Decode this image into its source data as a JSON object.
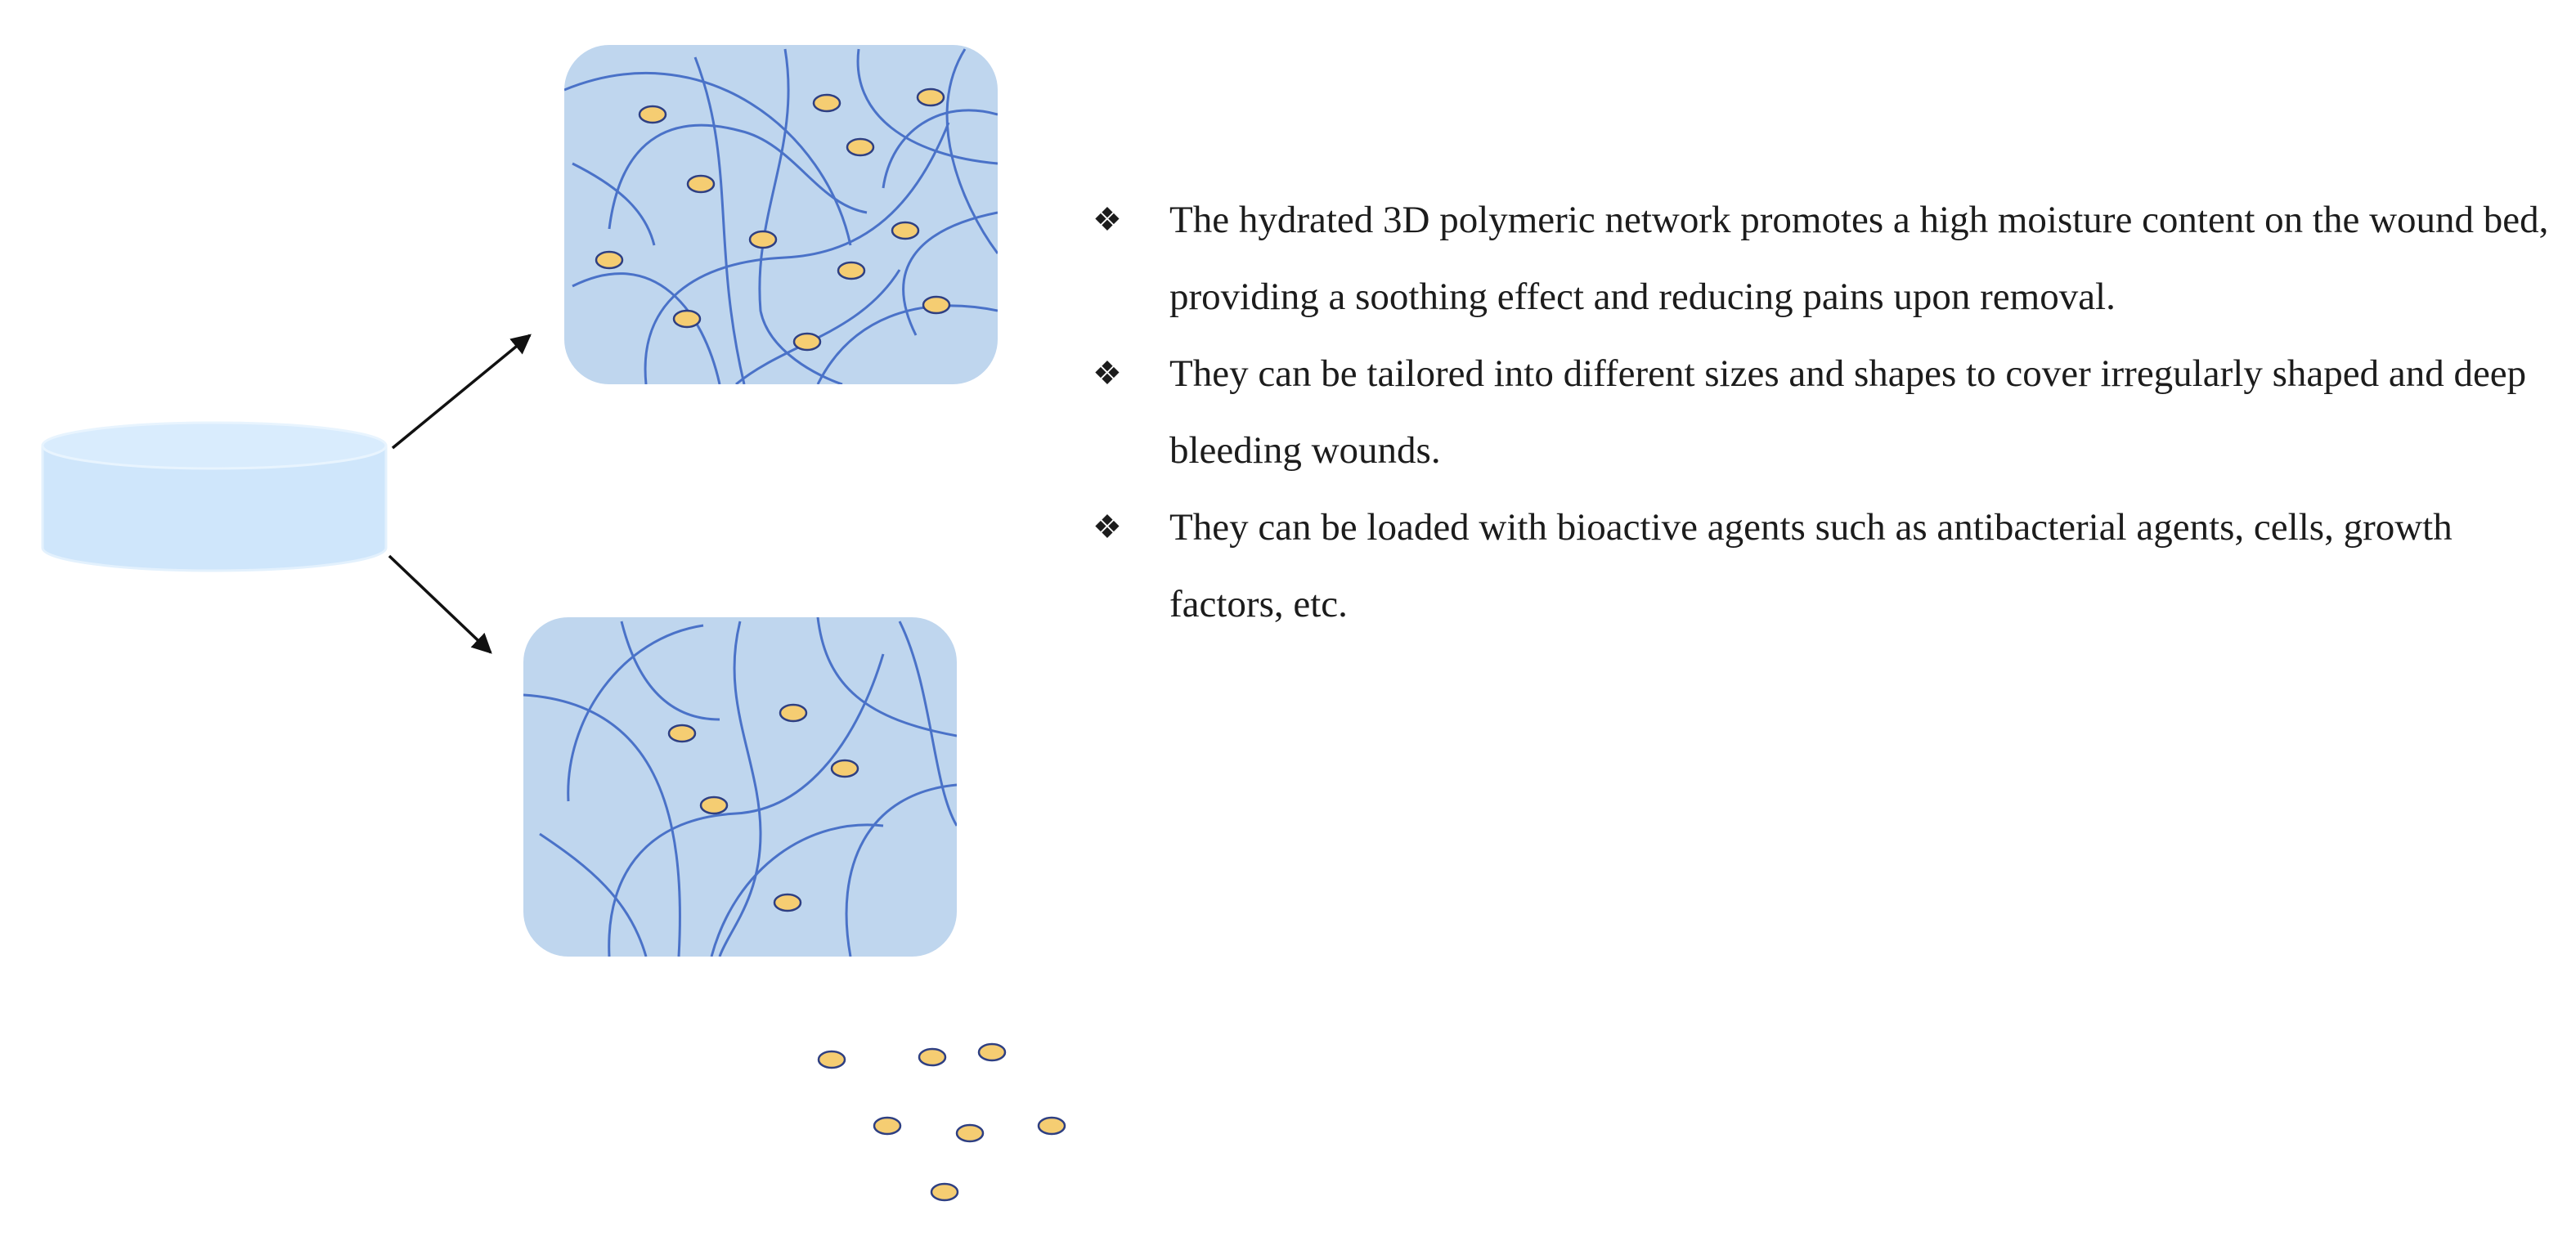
{
  "colors": {
    "disc_fill": "#cfe6fb",
    "disc_top": "#d9ecfd",
    "hydrogel_fill": "#bfd6ee",
    "polymer_chain": "#4a72c8",
    "particle_fill": "#f5cd72",
    "particle_stroke": "#2e3f82",
    "arrow": "#111111",
    "text": "#1c1c1c"
  },
  "icons": {
    "bullet": "diamond-bullet-icon",
    "bullet_glyph": "❖"
  },
  "bullets": [
    {
      "text": "The hydrated 3D polymeric network promotes a high moisture content on the wound bed, providing a soothing effect and reducing pains upon removal."
    },
    {
      "text": "They can be tailored into different sizes and shapes to cover irregularly shaped and deep bleeding wounds."
    },
    {
      "text": "They can be loaded with bioactive agents such as antibacterial agents, cells, growth factors, etc."
    }
  ]
}
